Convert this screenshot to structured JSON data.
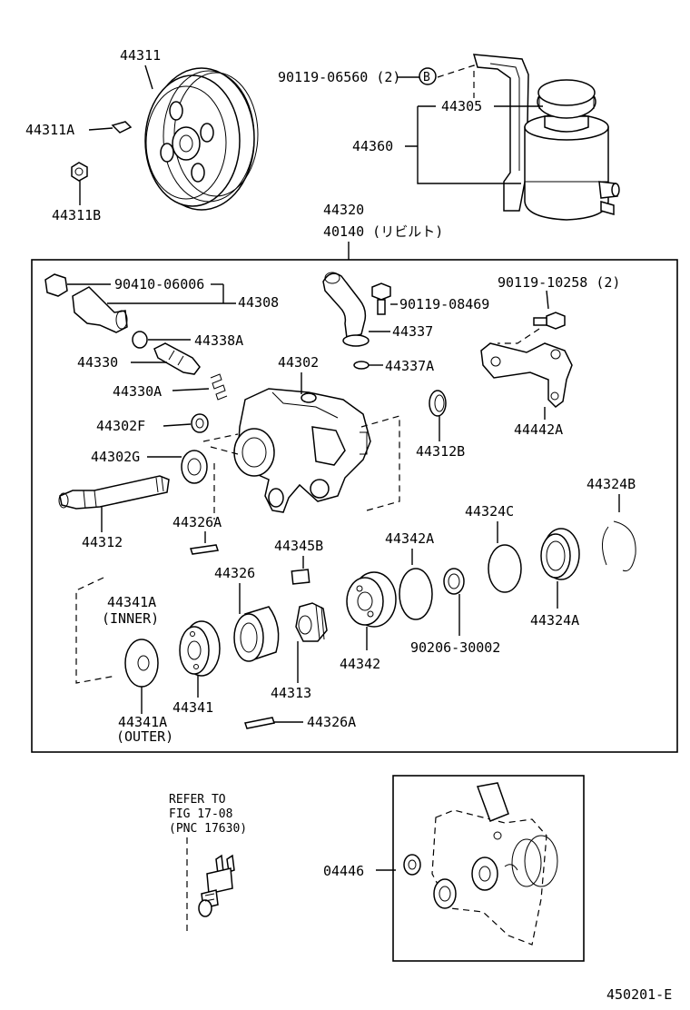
{
  "labels": {
    "p44311": "44311",
    "p44311a": "44311A",
    "p44311b": "44311B",
    "b9011906560": "90119-06560 (2)",
    "ref_b": "B",
    "p44305": "44305",
    "p44360": "44360",
    "p44320": "44320",
    "p40140": "40140 (リビルト)",
    "b9041006006": "90410-06006",
    "p44308": "44308",
    "b9011908469": "90119-08469",
    "b9011910258": "90119-10258 (2)",
    "p44338a": "44338A",
    "p44337": "44337",
    "p44330": "44330",
    "p44337a": "44337A",
    "p44302": "44302",
    "p44330a": "44330A",
    "p44442a": "44442A",
    "p44302f": "44302F",
    "p44312b": "44312B",
    "p44302g": "44302G",
    "p44324b": "44324B",
    "p44324c": "44324C",
    "p44312": "44312",
    "p44326a_top": "44326A",
    "p44342a": "44342A",
    "p44345b": "44345B",
    "p44324a": "44324A",
    "p44326": "44326",
    "p44341a_inner": "44341A",
    "inner_note": "(INNER)",
    "b9020630002": "90206-30002",
    "p44342": "44342",
    "p44341": "44341",
    "p44313": "44313",
    "p44341a_outer": "44341A",
    "outer_note": "(OUTER)",
    "p44326a_bottom": "44326A",
    "refer_line1": "REFER TO",
    "refer_line2": "FIG 17-08",
    "refer_line3": "(PNC 17630)",
    "p04446": "04446",
    "diagram_code": "450201-E"
  }
}
